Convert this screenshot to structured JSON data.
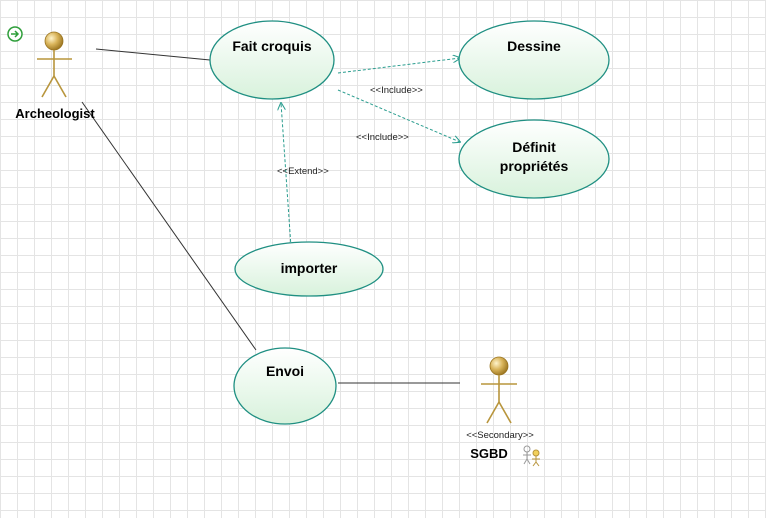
{
  "actors": {
    "archeologist": {
      "name": "Archeologist"
    },
    "sgbd": {
      "name": "SGBD",
      "stereotype": "<<Secondary>>"
    }
  },
  "use_cases": {
    "fait_croquis": "Fait croquis",
    "dessine": "Dessine",
    "definit_line1": "Définit",
    "definit_line2": "propriétés",
    "importer": "importer",
    "envoi": "Envoi"
  },
  "relations": {
    "include_1": "<<Include>>",
    "include_2": "<<Include>>",
    "extend": "<<Extend>>"
  },
  "colors": {
    "use_case_fill_top": "#ffffff",
    "use_case_fill_bottom": "#d8f2dc",
    "use_case_border": "#1f8f82",
    "dependency": "#2a9d8f",
    "actor_head": "#d9b45a",
    "actor_body": "#b8953c",
    "start_marker": "#2e9e3a"
  },
  "icons": {
    "start_marker": "play-circle-icon",
    "secondary_actor_marker": "actor-pair-icon"
  }
}
